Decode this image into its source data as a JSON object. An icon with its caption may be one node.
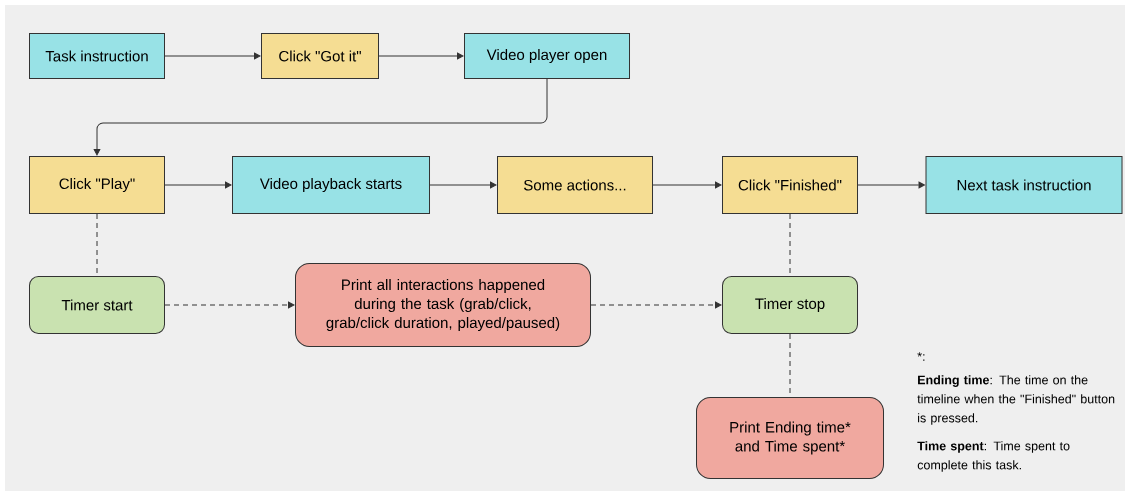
{
  "diagram": {
    "nodes": [
      {
        "text": [
          "Task instruction"
        ]
      },
      {
        "text": [
          "Click \"Got it\""
        ]
      },
      {
        "text": [
          "Video player open"
        ]
      },
      {
        "text": [
          "Click \"Play\""
        ]
      },
      {
        "text": [
          "Video playback starts"
        ]
      },
      {
        "text": [
          "Some actions..."
        ]
      },
      {
        "text": [
          "Click \"Finished\""
        ]
      },
      {
        "text": [
          "Next task instruction"
        ]
      },
      {
        "text": [
          "Timer start"
        ]
      },
      {
        "text": [
          "Print all interactions happened during the task (grab/click, grab/click duration, played/paused)"
        ]
      },
      {
        "text": [
          "Timer stop"
        ]
      },
      {
        "text": [
          "Print Ending time* and Time spent*"
        ]
      }
    ],
    "edges": [
      {
        "from": 0,
        "to": 1,
        "arrow": "to"
      },
      {
        "from": 1,
        "to": 2,
        "arrow": "to"
      },
      {
        "from": 2,
        "to": 3,
        "arrow": "to"
      },
      {
        "from": 3,
        "to": 4,
        "arrow": "to"
      },
      {
        "from": 4,
        "to": 5,
        "arrow": "to"
      },
      {
        "from": 5,
        "to": 6,
        "arrow": "to"
      },
      {
        "from": 6,
        "to": 7,
        "arrow": "to"
      },
      {
        "from": 3,
        "to": 8,
        "arrow": "none",
        "style": "dashed"
      },
      {
        "from": 8,
        "to": 9,
        "arrow": "to",
        "style": "dashed"
      },
      {
        "from": 9,
        "to": 10,
        "arrow": "to",
        "style": "dashed"
      },
      {
        "from": 6,
        "to": 10,
        "arrow": "none",
        "style": "dashed"
      },
      {
        "from": 10,
        "to": 11,
        "arrow": "none",
        "style": "dashed"
      }
    ],
    "labels": [
      "*:",
      "**Ending time**: The time on the timeline when the \"Finished\" button is pressed.",
      "**Time spent**: Time spent to complete this task."
    ]
  }
}
